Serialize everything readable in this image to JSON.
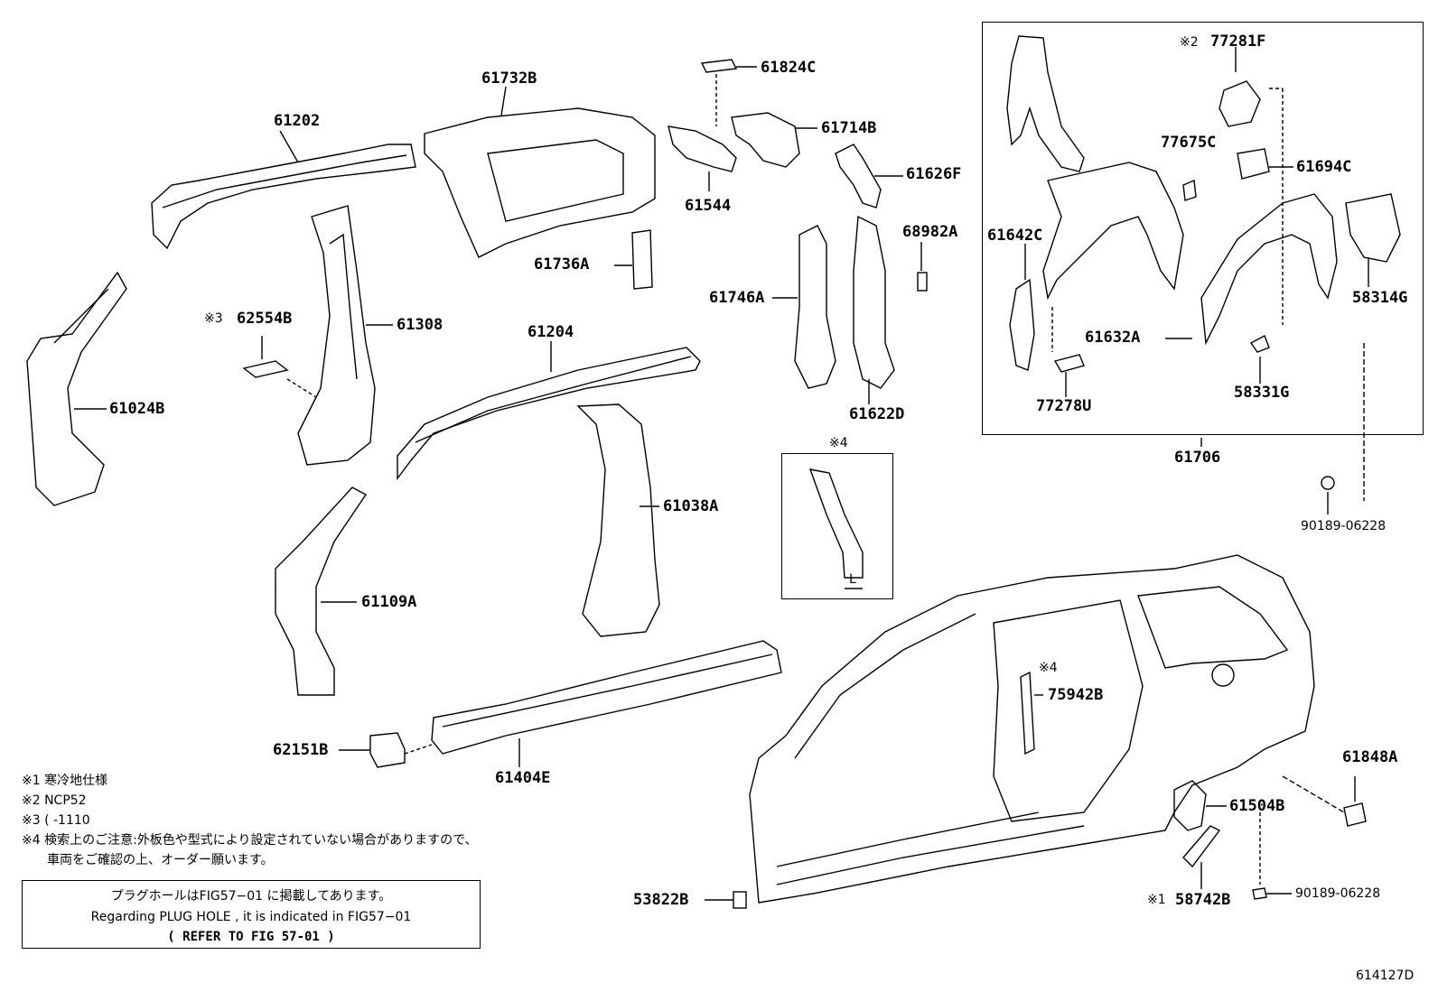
{
  "parts": {
    "p61202": "61202",
    "p61732B": "61732B",
    "p61824C": "61824C",
    "p61714B": "61714B",
    "p61544": "61544",
    "p61626F": "61626F",
    "p61736A": "61736A",
    "p68982A": "68982A",
    "p62554B": "62554B",
    "p61308": "61308",
    "p61746A": "61746A",
    "p61024B": "61024B",
    "p61204": "61204",
    "p61622D": "61622D",
    "p61038A": "61038A",
    "p61109A": "61109A",
    "p62151B": "62151B",
    "p61404E": "61404E",
    "p75942B": "75942B",
    "p61848A": "61848A",
    "p61504B": "61504B",
    "p53822B": "53822B",
    "p58742B": "58742B",
    "p77281F": "77281F",
    "p77675C": "77675C",
    "p61694C": "61694C",
    "p61642C": "61642C",
    "p58314G": "58314G",
    "p61632A": "61632A",
    "p77278U": "77278U",
    "p58331G": "58331G",
    "p61706": "61706",
    "p90189a": "90189-06228",
    "p90189b": "90189-06228"
  },
  "marks": {
    "m3": "※3",
    "m2": "※2",
    "m4a": "※4",
    "m4b": "※4",
    "m1": "※1",
    "detail_L": "L"
  },
  "notes": {
    "n1": "※1 寒冷地仕様",
    "n2": "※2 NCP52",
    "n3": "※3 (      -1110",
    "n4a": "※4 検索上のご注意:外板色や型式により設定されていない場合がありますので、",
    "n4b": "車両をご確認の上、オーダー願います。"
  },
  "plug_hole": {
    "line1": "プラグホールはFIG57−01 に掲載してあります。",
    "line2": "Regarding PLUG HOLE , it is indicated in FIG57−01",
    "line3": "(   REFER TO FIG 57-01  )"
  },
  "figure_id": "614127D"
}
